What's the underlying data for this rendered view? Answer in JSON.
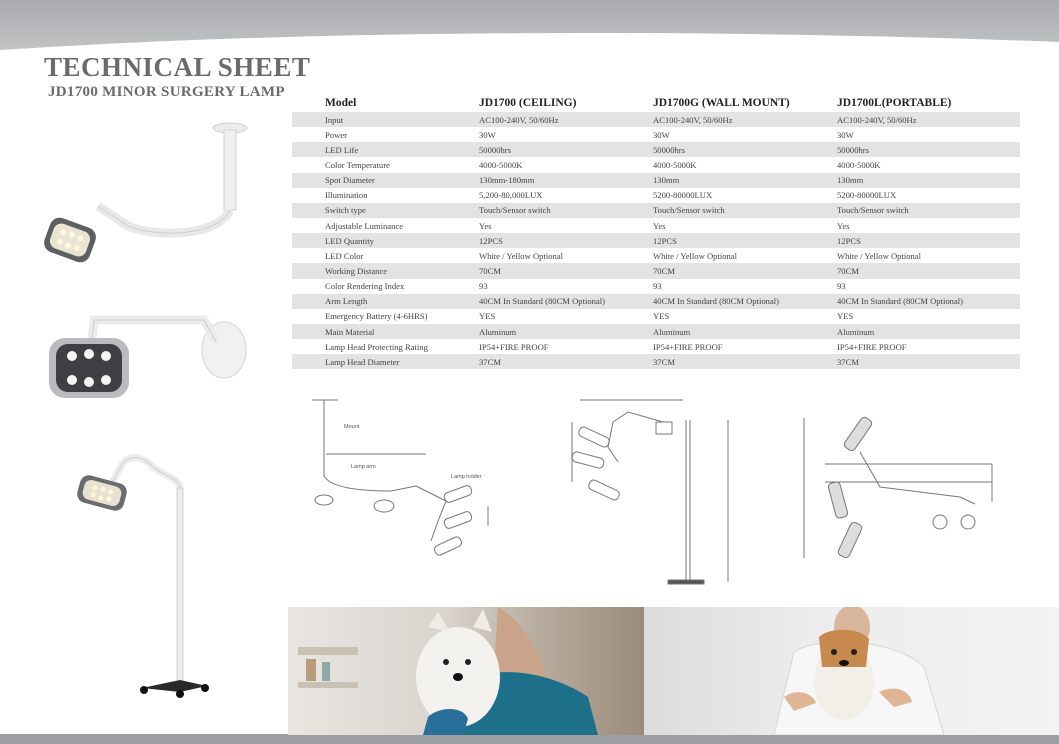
{
  "document": {
    "title": "TECHNICAL SHEET",
    "subtitle": "JD1700 MINOR SURGERY LAMP"
  },
  "spec_table": {
    "header": [
      "Model",
      "JD1700 (CEILING)",
      "JD1700G (WALL MOUNT)",
      "JD1700L(PORTABLE)"
    ],
    "rows": [
      [
        "Input",
        "AC100-240V, 50/60Hz",
        "AC100-240V, 50/60Hz",
        "AC100-240V, 50/60Hz"
      ],
      [
        "Power",
        "30W",
        "30W",
        "30W"
      ],
      [
        "LED Life",
        "50000hrs",
        "50000hrs",
        "50000hrs"
      ],
      [
        "Color Temperature",
        "4000-5000K",
        "4000-5000K",
        "4000-5000K"
      ],
      [
        "Spot Diameter",
        "130mm-180mm",
        "130mm",
        "130mm"
      ],
      [
        "Illumination",
        "5,200-80,000LUX",
        "5200-80000LUX",
        "5200-80000LUX"
      ],
      [
        "Switch type",
        "Touch/Sensor switch",
        "Touch/Sensor switch",
        "Touch/Sensor switch"
      ],
      [
        "Adjustable Luminance",
        "Yes",
        "Yes",
        "Yes"
      ],
      [
        "LED Quantity",
        "12PCS",
        "12PCS",
        "12PCS"
      ],
      [
        "LED Color",
        "White / Yellow Optional",
        "White / Yellow Optional",
        "White / Yellow Optional"
      ],
      [
        "Working Distance",
        "70CM",
        "70CM",
        "70CM"
      ],
      [
        "Color Rendering Index",
        "93",
        "93",
        "93"
      ],
      [
        "Arm Length",
        "40CM In Standard (80CM Optional)",
        "40CM In Standard (80CM Optional)",
        "40CM In Standard (80CM Optional)"
      ],
      [
        "Emergency Battery (4-6HRS)",
        "YES",
        "YES",
        "YES"
      ],
      [
        "Main Material",
        "Aluminum",
        "Aluminum",
        "Aluminum"
      ],
      [
        "Lamp Head Protecting Rating",
        "IP54+FIRE PROOF",
        "IP54+FIRE PROOF",
        "IP54+FIRE PROOF"
      ],
      [
        "Lamp Head Diameter",
        "37CM",
        "37CM",
        "37CM"
      ]
    ]
  },
  "diagram_labels": {
    "mount": "Mount",
    "lamp_arm": "Lamp arm",
    "lamp_holder": "Lamp holder"
  }
}
